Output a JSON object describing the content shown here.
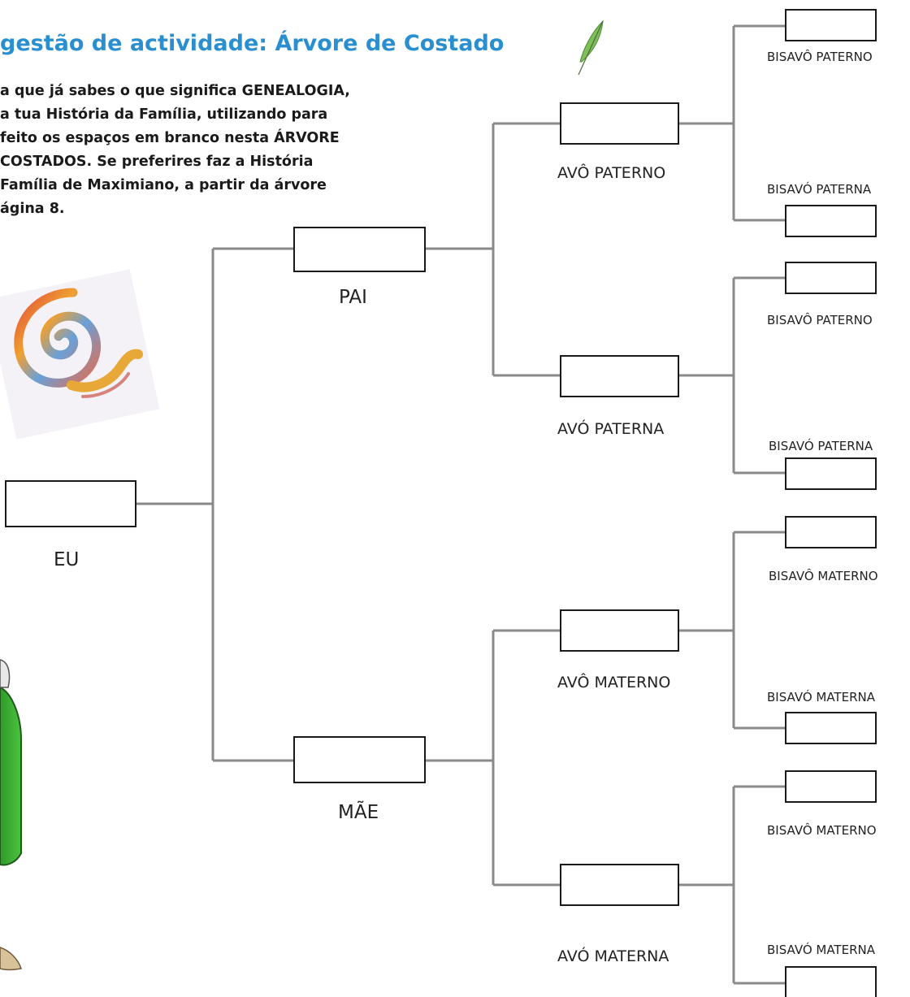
{
  "title": "gestão de actividade: Árvore de Costado",
  "intro_lines": [
    "a que já sabes o que significa GENEALOGIA,",
    "a tua História da Família, utilizando para",
    "feito os espaços em branco nesta ÁRVORE",
    "COSTADOS. Se preferires faz a História",
    "Família de Maximiano, a partir da árvore",
    "ágina 8."
  ],
  "tree": {
    "self": "EU",
    "father": "PAI",
    "mother": "MÃE",
    "grandparents": [
      "AVÔ PATERNO",
      "AVÓ PATERNA",
      "AVÔ MATERNO",
      "AVÓ MATERNA"
    ],
    "great_grandparents": [
      "BISAVÔ PATERNO",
      "BISAVÓ PATERNA",
      "BISAVÔ PATERNO",
      "BISAVÓ PATERNA",
      "BISAVÔ MATERNO",
      "BISAVÓ MATERNA",
      "BISAVÔ MATERNO",
      "BISAVÓ MATERNA"
    ]
  },
  "colors": {
    "title": "#2a8fd0",
    "connector": "#8a8a8a",
    "box_border": "#1a1a1a"
  },
  "icons": [
    "quill-icon",
    "spiral-icon",
    "green-bottle-icon"
  ]
}
